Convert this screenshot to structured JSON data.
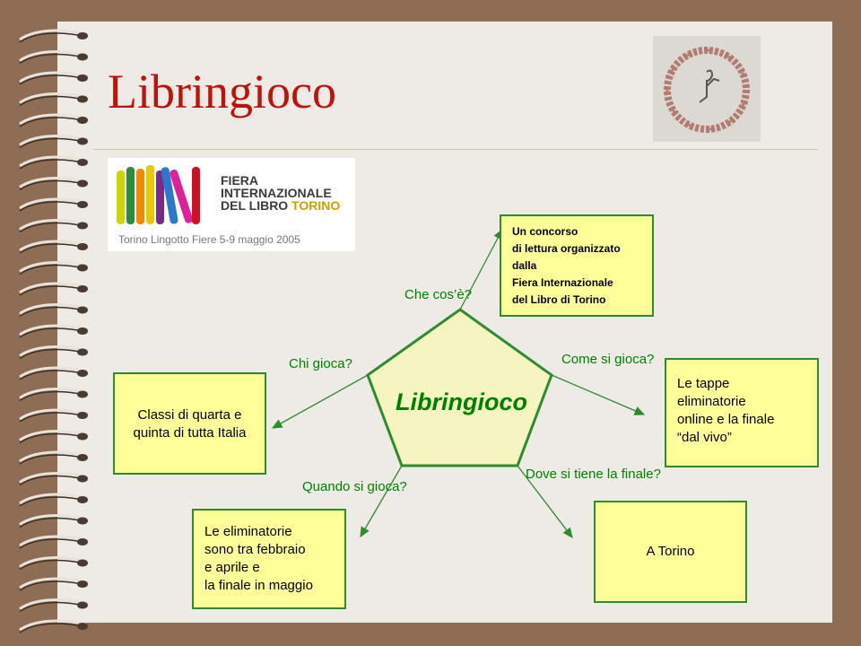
{
  "title": "Libringioco",
  "fair_logo": {
    "line1": "FIERA",
    "line2": "INTERNAZIONALE",
    "line3a": "DEL LIBRO",
    "line3b": "TORINO",
    "date": "Torino Lingotto Fiere   5-9 maggio 2005"
  },
  "diagram": {
    "center": "Libringioco",
    "branches": [
      {
        "question": "Che cos’è?",
        "answer": "Un concorso\ndi lettura organizzato\ndalla\nFiera Internazionale\ndel Libro di Torino"
      },
      {
        "question": "Come si gioca?",
        "answer": "Le tappe\neliminatorie\nonline e la finale\n“dal vivo”"
      },
      {
        "question": "Dove si tiene la finale?",
        "answer": "A Torino"
      },
      {
        "question": "Quando si gioca?",
        "answer": "Le eliminatorie\nsono tra febbraio\ne aprile e\nla finale in maggio"
      },
      {
        "question": "Chi gioca?",
        "answer": "Classi di quarta e\nquinta di tutta Italia"
      }
    ]
  },
  "colors": {
    "title": "#c0120c",
    "accent_green": "#008000",
    "box_fill": "#ffff99",
    "pentagon_fill": "#f6f4c0",
    "background": "#8f6d55"
  }
}
